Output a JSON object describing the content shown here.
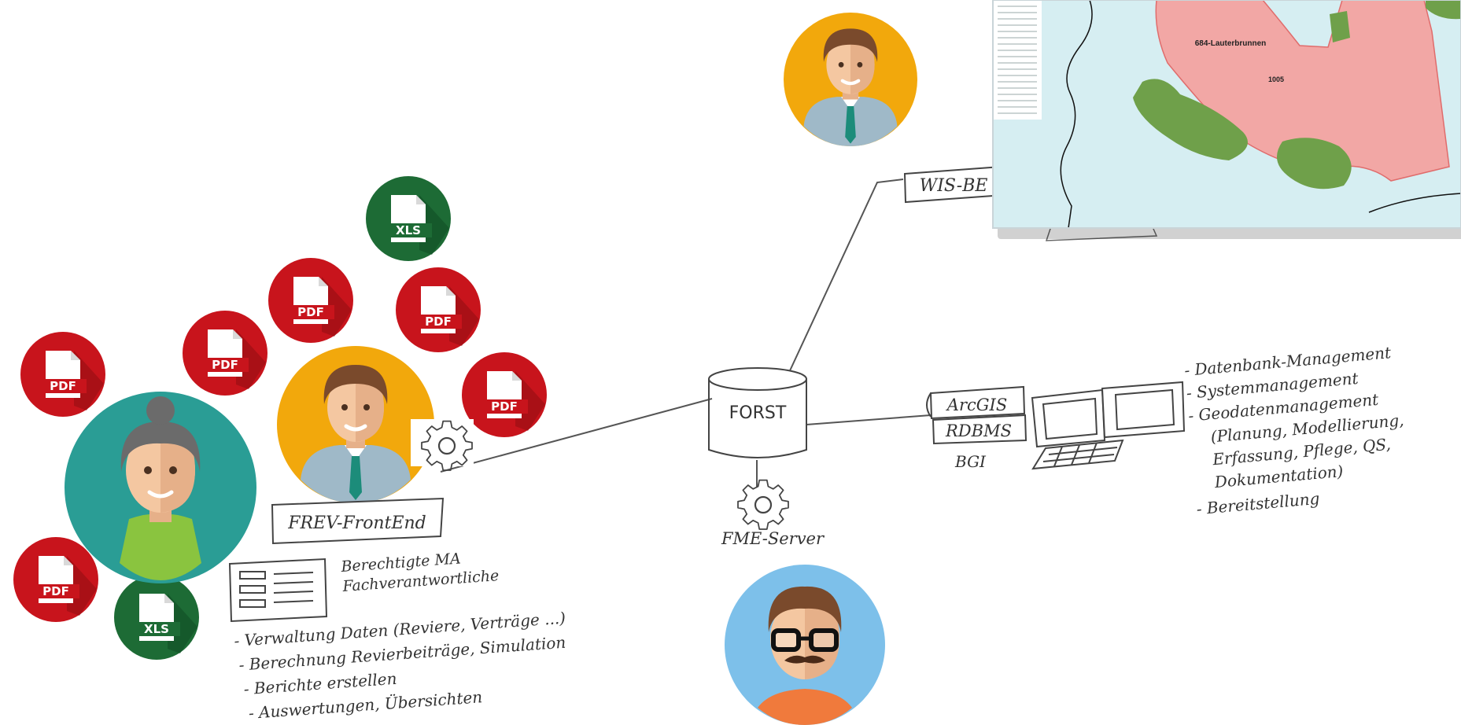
{
  "colors": {
    "pdf_red": "#c8141c",
    "xls_green": "#1d6b35",
    "avatar_orange": "#f2a80c",
    "avatar_teal": "#2a9d95",
    "avatar_blue": "#7dc0ea",
    "map_water": "#d6eef2",
    "map_zone": "#f2a7a5",
    "map_forest": "#6fa04a"
  },
  "icons": [
    "person-avatar-icon",
    "pdf-file-icon",
    "xls-file-icon",
    "gear-icon",
    "database-cylinder-icon",
    "form-document-icon",
    "monitor-icon",
    "keyboard-icon"
  ],
  "file_labels": {
    "pdf": "PDF",
    "xls": "XLS"
  },
  "frontend": {
    "title": "FREV-FrontEnd",
    "users_line1": "Berechtigte MA",
    "users_line2": "Fachverantwortliche",
    "tasks": [
      "- Verwaltung Daten (Reviere, Verträge ...)",
      "- Berechnung Revierbeiträge, Simulation",
      "- Berichte erstellen",
      "- Auswertungen, Übersichten"
    ]
  },
  "database": {
    "label": "FORST"
  },
  "fme": {
    "label": "FME-Server"
  },
  "wis": {
    "label": "WIS-BE"
  },
  "bgi": {
    "box1": "ArcGIS",
    "box2": "RDBMS",
    "caption": "BGI",
    "tasks": [
      "- Datenbank-Management",
      "- Systemmanagement",
      "- Geodatenmanagement",
      "(Planung, Modellierung,",
      "Erfassung, Pflege, QS,",
      "Dokumentation)",
      "- Bereitstellung"
    ]
  },
  "map": {
    "label_main": "684-Lauterbrunnen",
    "label_zone": "1005"
  }
}
